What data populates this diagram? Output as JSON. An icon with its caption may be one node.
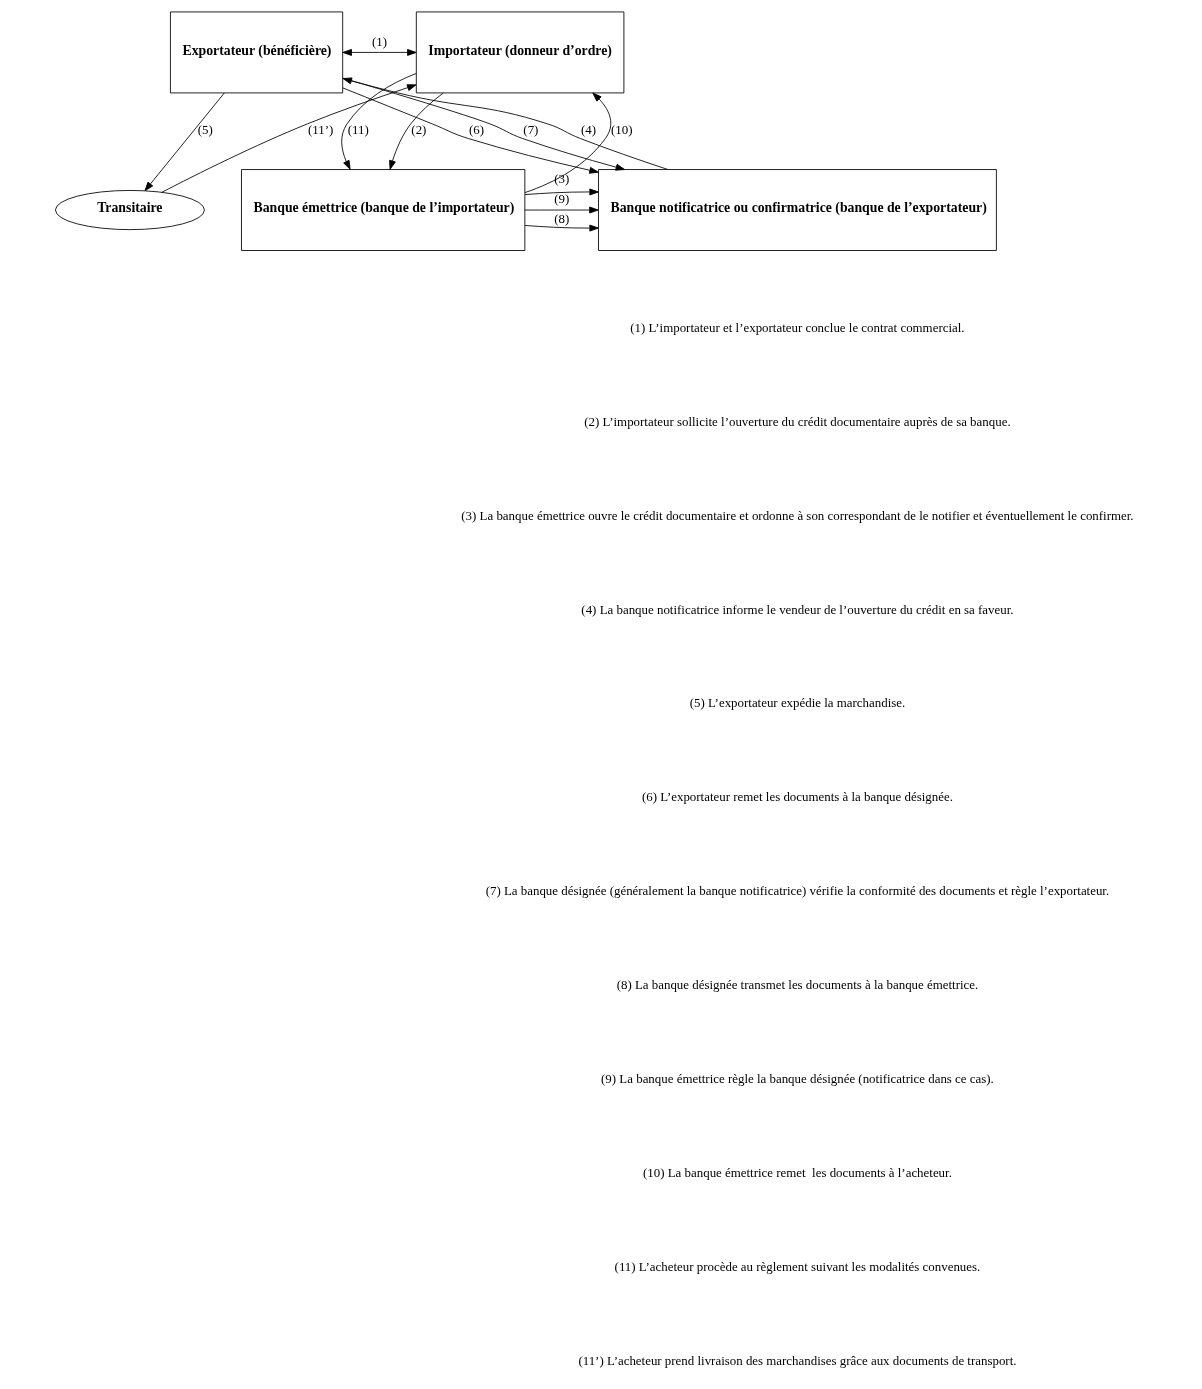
{
  "diagram": {
    "nodes": [
      {
        "text": [
          "Exportateur (bénéficière)"
        ]
      },
      {
        "text": [
          "Importateur (donneur d’ordre)"
        ]
      },
      {
        "text": [
          "Transitaire"
        ]
      },
      {
        "text": [
          "Banque notificatrice ou confirmatrice (banque de l’exportateur)"
        ]
      },
      {
        "text": [
          "Banque émettrice (banque de l’importateur)"
        ]
      }
    ],
    "edges": [
      {
        "from": 0,
        "to": 1,
        "arrow": "both",
        "label": "(1)"
      },
      {
        "from": 0,
        "to": 2,
        "arrow": "to",
        "label": "(5)"
      },
      {
        "from": 2,
        "to": 1,
        "arrow": "to",
        "label": "(11’)"
      },
      {
        "from": 3,
        "to": 0,
        "arrow": "to",
        "label": "(4)"
      },
      {
        "from": 0,
        "to": 3,
        "arrow": "to",
        "label": "(6)"
      },
      {
        "from": 0,
        "to": 3,
        "arrow": "to",
        "label": "(7)"
      },
      {
        "from": 1,
        "to": 4,
        "arrow": "to",
        "label": "(11)"
      },
      {
        "from": 4,
        "to": 1,
        "arrow": "to",
        "label": "(10)"
      },
      {
        "from": 1,
        "to": 4,
        "arrow": "to",
        "label": "(2)"
      },
      {
        "from": 4,
        "to": 3,
        "arrow": "to",
        "label": "(9)"
      },
      {
        "from": 4,
        "to": 3,
        "arrow": "to",
        "label": "(8)"
      },
      {
        "from": 4,
        "to": 3,
        "arrow": "to",
        "label": "(3)"
      }
    ],
    "labels": [
      "(1) L’importateur et l’exportateur conclue le contrat commercial.",
      "(2) L’importateur sollicite l’ouverture du crédit documentaire auprès de sa banque.",
      "(3) La banque émettrice ouvre le crédit documentaire et ordonne à son correspondant de le notifier et éventuellement le confirmer.",
      "(4) La banque notificatrice informe le vendeur de l’ouverture du crédit en sa faveur.",
      "(5) L’exportateur expédie la marchandise.",
      "(6) L’exportateur remet les documents à la banque désignée.",
      "(7) La banque désignée (généralement la banque notificatrice) vérifie la conformité des documents et règle l’exportateur.",
      "(8) La banque désignée transmet les documents à la banque émettrice.",
      "(9) La banque émettrice règle la banque désignée (notificatrice dans ce cas).",
      "(10) La banque émettrice remet  les documents à l’acheteur.",
      "(11) L’acheteur procède au règlement suivant les modalités convenues.",
      "(11’) L’acheteur prend livraison des marchandises grâce aux documents de transport."
    ]
  }
}
